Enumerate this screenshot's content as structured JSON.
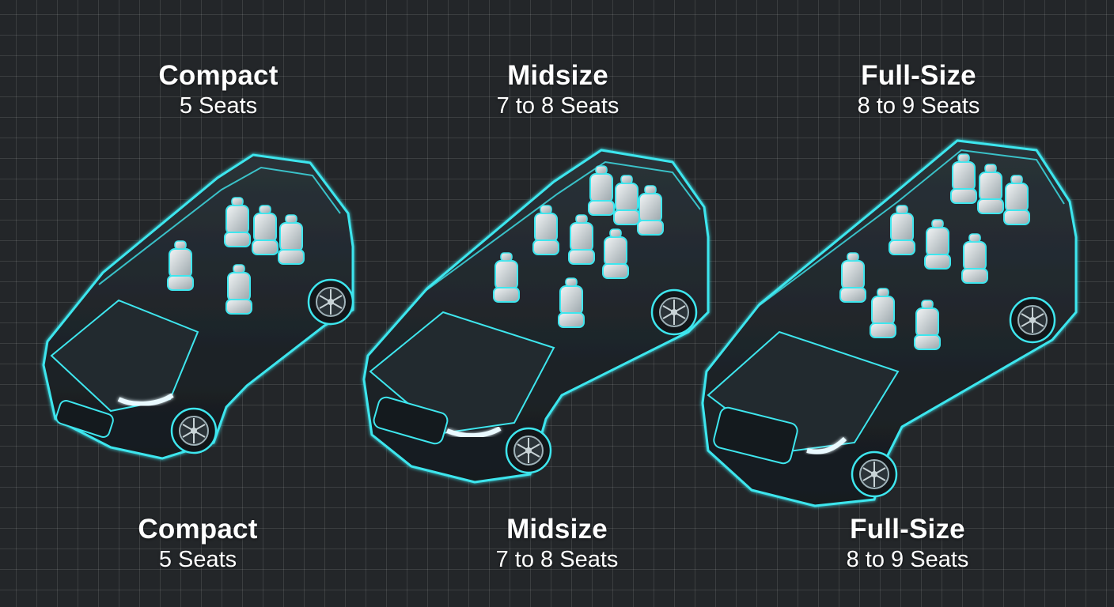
{
  "palette": {
    "background": "#232629",
    "grid": "#3a3f44",
    "outline": "#3ee6ee",
    "body": "#1b2126",
    "seat": "#d9e0e3",
    "text": "#ffffff"
  },
  "top_labels": [
    {
      "title": "Compact",
      "seats": "5 Seats"
    },
    {
      "title": "Midsize",
      "seats": "7 to 8 Seats"
    },
    {
      "title": "Full-Size",
      "seats": "8 to 9 Seats"
    }
  ],
  "bottom_labels": [
    {
      "title": "Compact",
      "seats": "5 Seats"
    },
    {
      "title": "Midsize",
      "seats": "7 to 8 Seats"
    },
    {
      "title": "Full-Size",
      "seats": "8 to 9 Seats"
    }
  ],
  "vehicles": [
    {
      "class": "compact",
      "seat_icons": 5
    },
    {
      "class": "midsize",
      "seat_icons": 8
    },
    {
      "class": "full-size",
      "seat_icons": 9
    }
  ]
}
